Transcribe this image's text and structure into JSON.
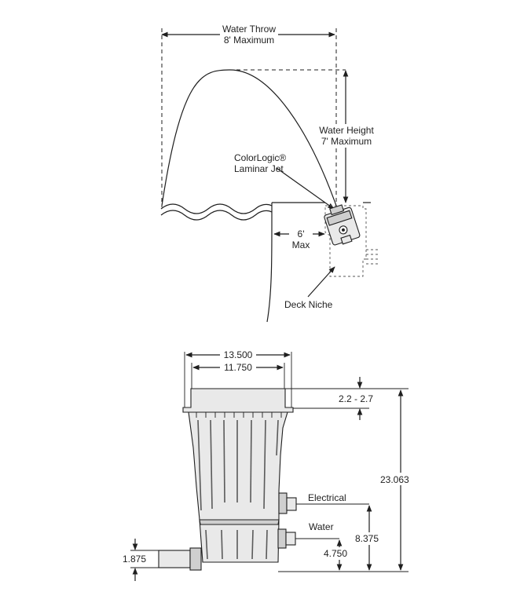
{
  "top_diagram": {
    "water_throw_label": "Water Throw",
    "water_throw_value": "8' Maximum",
    "water_height_label": "Water Height",
    "water_height_value": "7' Maximum",
    "jet_label_line1": "ColorLogic®",
    "jet_label_line2": "Laminar Jet",
    "distance_value": "6'",
    "distance_unit": "Max",
    "niche_label": "Deck Niche"
  },
  "bottom_diagram": {
    "dim_outer_width": "13.500",
    "dim_inner_width": "11.750",
    "dim_lid": "2.2 - 2.7",
    "dim_total_height": "23.063",
    "electrical_label": "Electrical",
    "dim_electrical": "8.375",
    "water_label": "Water",
    "dim_water": "4.750",
    "dim_pipe": "1.875"
  }
}
